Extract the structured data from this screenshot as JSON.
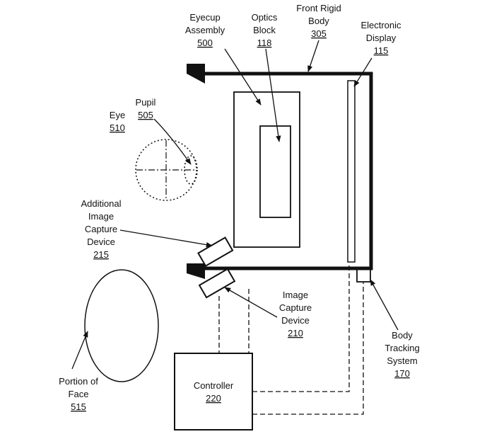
{
  "labels": {
    "eyecup": {
      "name_line1": "Eyecup",
      "name_line2": "Assembly",
      "number": "500"
    },
    "optics": {
      "name_line1": "Optics",
      "name_line2": "Block",
      "number": "118"
    },
    "front_body": {
      "name_line1": "Front Rigid",
      "name_line2": "Body",
      "number": "305"
    },
    "display": {
      "name_line1": "Electronic",
      "name_line2": "Display",
      "number": "115"
    },
    "pupil": {
      "name": "Pupil",
      "number": "505"
    },
    "eye": {
      "name": "Eye",
      "number": "510"
    },
    "additional_capture": {
      "name_line1": "Additional",
      "name_line2": "Image",
      "name_line3": "Capture",
      "name_line4": "Device",
      "number": "215"
    },
    "image_capture": {
      "name_line1": "Image",
      "name_line2": "Capture",
      "name_line3": "Device",
      "number": "210"
    },
    "body_tracking": {
      "name_line1": "Body",
      "name_line2": "Tracking",
      "name_line3": "System",
      "number": "170"
    },
    "face": {
      "name_line1": "Portion of",
      "name_line2": "Face",
      "number": "515"
    },
    "controller": {
      "name": "Controller",
      "number": "220"
    }
  }
}
